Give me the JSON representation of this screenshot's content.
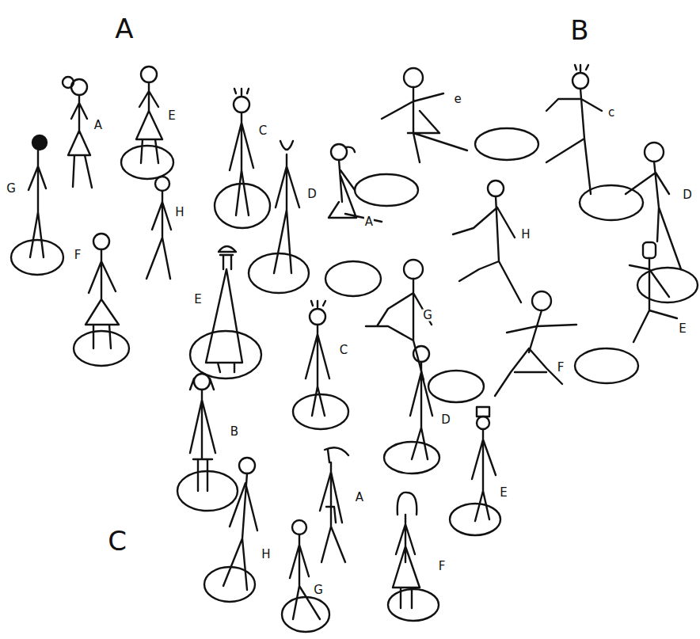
{
  "diagram": {
    "labels": [
      "A",
      "B",
      "C",
      "A",
      "E",
      "G",
      "C",
      "H",
      "F",
      "D",
      "A",
      "e",
      "c",
      "D",
      "H",
      "G",
      "E",
      "F",
      "E",
      "C",
      "D",
      "B",
      "E",
      "A",
      "H",
      "G",
      "F"
    ]
  }
}
